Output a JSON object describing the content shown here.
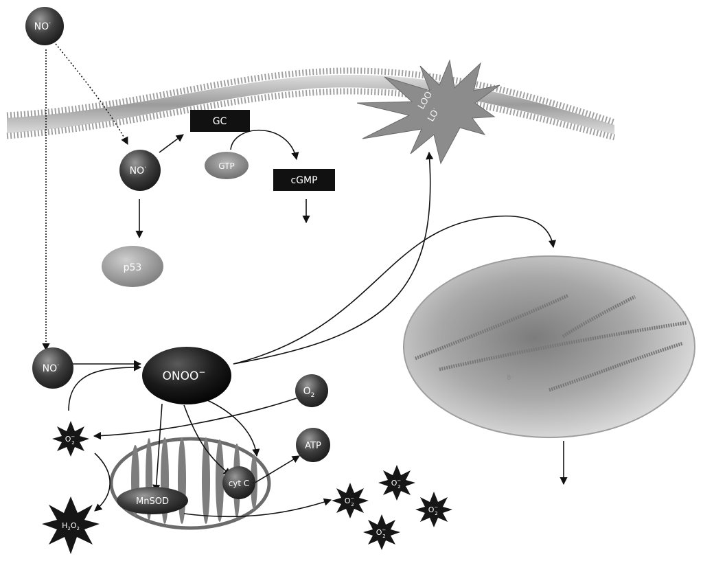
{
  "labels": {
    "no_top": "NO",
    "no_mid": "NO",
    "no_low": "NO",
    "radical_dot": "·",
    "gc": "GC",
    "gtp": "GTP",
    "cgmp": "cGMP",
    "p53": "p53",
    "onoo": "ONOO",
    "onoo_charge": "−",
    "o2_base": "O",
    "o2_sub": "2",
    "atp": "ATP",
    "cytc": "cyt C",
    "mnsod": "MnSOD",
    "superoxide_base": "O",
    "superoxide_sub": "2",
    "superoxide_sup": "−",
    "h2o2_h": "H",
    "h2o2_sub1": "2",
    "h2o2_o": "O",
    "h2o2_sub2": "2",
    "loo": "LOO",
    "lo": "LO",
    "dna_fragment": "8·"
  },
  "colors": {
    "node_dark": "#2f2f2f",
    "node_mid": "#6e6e6e",
    "box_black": "#111111",
    "membrane": "#9a9a9a",
    "arrow": "#111111",
    "nucleus": "#bdbdbd"
  },
  "icons": [
    "membrane-bilayer",
    "lipid-peroxide-burst",
    "mitochondrion",
    "nucleus",
    "dna-strand",
    "superoxide-star",
    "h2o2-star"
  ]
}
